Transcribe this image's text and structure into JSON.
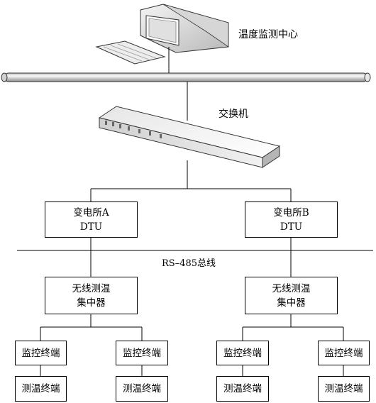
{
  "center": {
    "label": "温度监测中心"
  },
  "switch": {
    "label": "交换机"
  },
  "substations": [
    {
      "line1": "变电所A",
      "line2": "DTU"
    },
    {
      "line1": "变电所B",
      "line2": "DTU"
    }
  ],
  "bus": {
    "label": "RS–485总线"
  },
  "concentrators": [
    {
      "line1": "无线测温",
      "line2": "集中器"
    },
    {
      "line1": "无线测温",
      "line2": "集中器"
    }
  ],
  "terminals": {
    "monitor": "监控终端",
    "measure": "测温终端"
  }
}
